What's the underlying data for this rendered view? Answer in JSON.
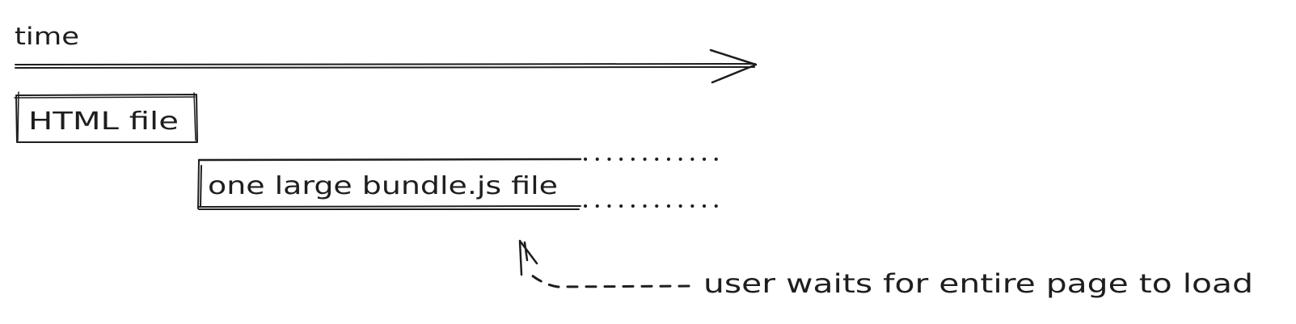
{
  "timeline": {
    "label": "time"
  },
  "blocks": [
    {
      "label": "HTML file"
    },
    {
      "label": "one large bundle.js file"
    }
  ],
  "annotation": {
    "label": "user waits for entire page to load"
  },
  "colors": {
    "stroke": "#1e1e1e",
    "background": "#ffffff"
  }
}
